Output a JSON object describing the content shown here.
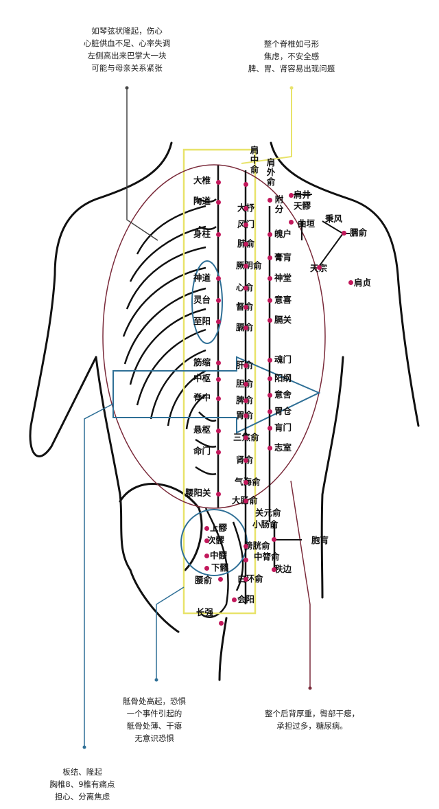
{
  "notes": {
    "heart": [
      "如琴弦状隆起，伤心",
      "心脏供血不足、心率失调",
      "左侧高出来巴掌大一块",
      "可能与母亲关系紧张"
    ],
    "spine": [
      "整个脊椎如弓形",
      "焦虑，不安全感",
      "脾、胃、肾容易出现问题"
    ],
    "sacrum": [
      "骶骨处高起，恐惧",
      "一个事件引起的",
      "骶骨处薄、干瘪",
      "无意识恐惧"
    ],
    "lower_back": [
      "整个后背厚重，臀部干瘪，",
      "承担过多，糖尿病。"
    ],
    "rib": [
      "板结、隆起",
      "胸椎8、9椎有痛点",
      "担心、分离焦虑"
    ]
  },
  "points": {
    "center": [
      "大椎",
      "陶道",
      "身柱",
      "神道",
      "灵台",
      "至阳",
      "筋缩",
      "中枢",
      "脊中",
      "悬枢",
      "命门",
      "腰阳关",
      "长强"
    ],
    "inner": [
      "大杼",
      "风门",
      "肺俞",
      "厥阴俞",
      "心俞",
      "督俞",
      "膈俞",
      "肝俞",
      "胆俞",
      "脾俞",
      "胃俞",
      "三焦俞",
      "肾俞",
      "气海俞",
      "大肠俞",
      "关元俞",
      "小肠俞",
      "膀胱俞",
      "中膂俞",
      "白环俞",
      "会阳"
    ],
    "outer": [
      "附分",
      "魄户",
      "膏肓",
      "神堂",
      "意喜",
      "膈关",
      "魂门",
      "阳纲",
      "意舍",
      "胃仓",
      "肓门",
      "志室",
      "胞肓",
      "秩边"
    ],
    "sacral": [
      "上髎",
      "次髎",
      "中髎",
      "下髎",
      "腰俞"
    ],
    "shoulder": [
      "肩中俞",
      "肩外俞",
      "肩井",
      "天髎",
      "曲垣",
      "秉风",
      "臑俞",
      "天宗",
      "肩贞"
    ]
  },
  "colors": {
    "accent": "#c2185b",
    "yellow": "#e8e36a",
    "blue": "#2e6f96",
    "outline": "#7a2a3a"
  }
}
